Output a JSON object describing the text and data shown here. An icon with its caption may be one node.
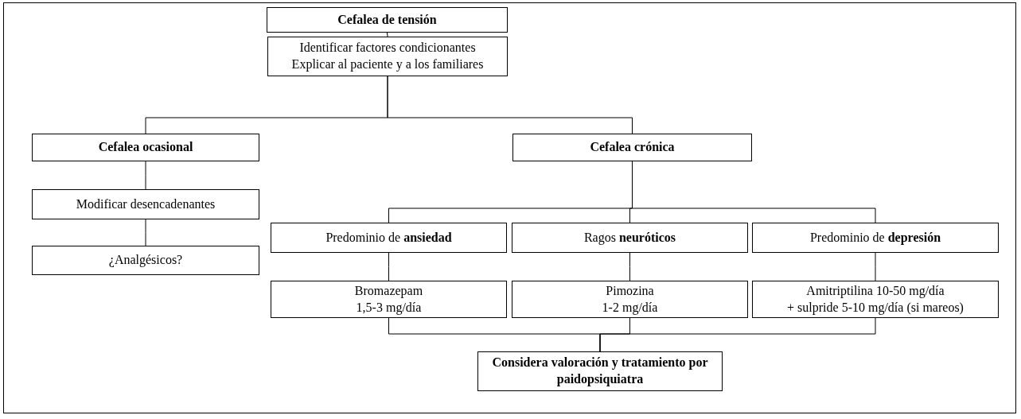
{
  "diagram": {
    "nodes": [
      {
        "text": [
          "Cefalea de tensión"
        ]
      },
      {
        "text": [
          "Identificar factores condicionantes",
          "Explicar al paciente y a los familiares"
        ]
      },
      {
        "text": [
          "Cefalea ocasional"
        ]
      },
      {
        "text": [
          "Cefalea crónica"
        ]
      },
      {
        "text": [
          "Modificar desencadenantes"
        ]
      },
      {
        "text": [
          "¿Analgésicos?"
        ]
      },
      {
        "text": [
          "Predominio de **ansiedad**"
        ]
      },
      {
        "text": [
          "Ragos **neuróticos**"
        ]
      },
      {
        "text": [
          "Predominio de **depresión**"
        ]
      },
      {
        "text": [
          "Bromazepam",
          "1,5-3 mg/día"
        ]
      },
      {
        "text": [
          "Pimozina",
          "1-2 mg/día"
        ]
      },
      {
        "text": [
          "Amitriptilina 10-50 mg/día",
          "+ sulpride 5-10 mg/día (si mareos)"
        ]
      },
      {
        "text": [
          "Considera valoración y tratamiento por paidopsiquiatra"
        ]
      }
    ],
    "edges": [
      {
        "from": 0,
        "to": 1,
        "arrow": "none"
      },
      {
        "from": 1,
        "to": 2,
        "arrow": "none"
      },
      {
        "from": 1,
        "to": 3,
        "arrow": "none"
      },
      {
        "from": 2,
        "to": 4,
        "arrow": "none"
      },
      {
        "from": 4,
        "to": 5,
        "arrow": "none"
      },
      {
        "from": 3,
        "to": 6,
        "arrow": "none"
      },
      {
        "from": 3,
        "to": 7,
        "arrow": "none"
      },
      {
        "from": 3,
        "to": 8,
        "arrow": "none"
      },
      {
        "from": 6,
        "to": 9,
        "arrow": "none"
      },
      {
        "from": 7,
        "to": 10,
        "arrow": "none"
      },
      {
        "from": 8,
        "to": 11,
        "arrow": "none"
      },
      {
        "from": 9,
        "to": 12,
        "arrow": "none"
      },
      {
        "from": 10,
        "to": 12,
        "arrow": "none"
      },
      {
        "from": 11,
        "to": 12,
        "arrow": "none"
      }
    ]
  }
}
